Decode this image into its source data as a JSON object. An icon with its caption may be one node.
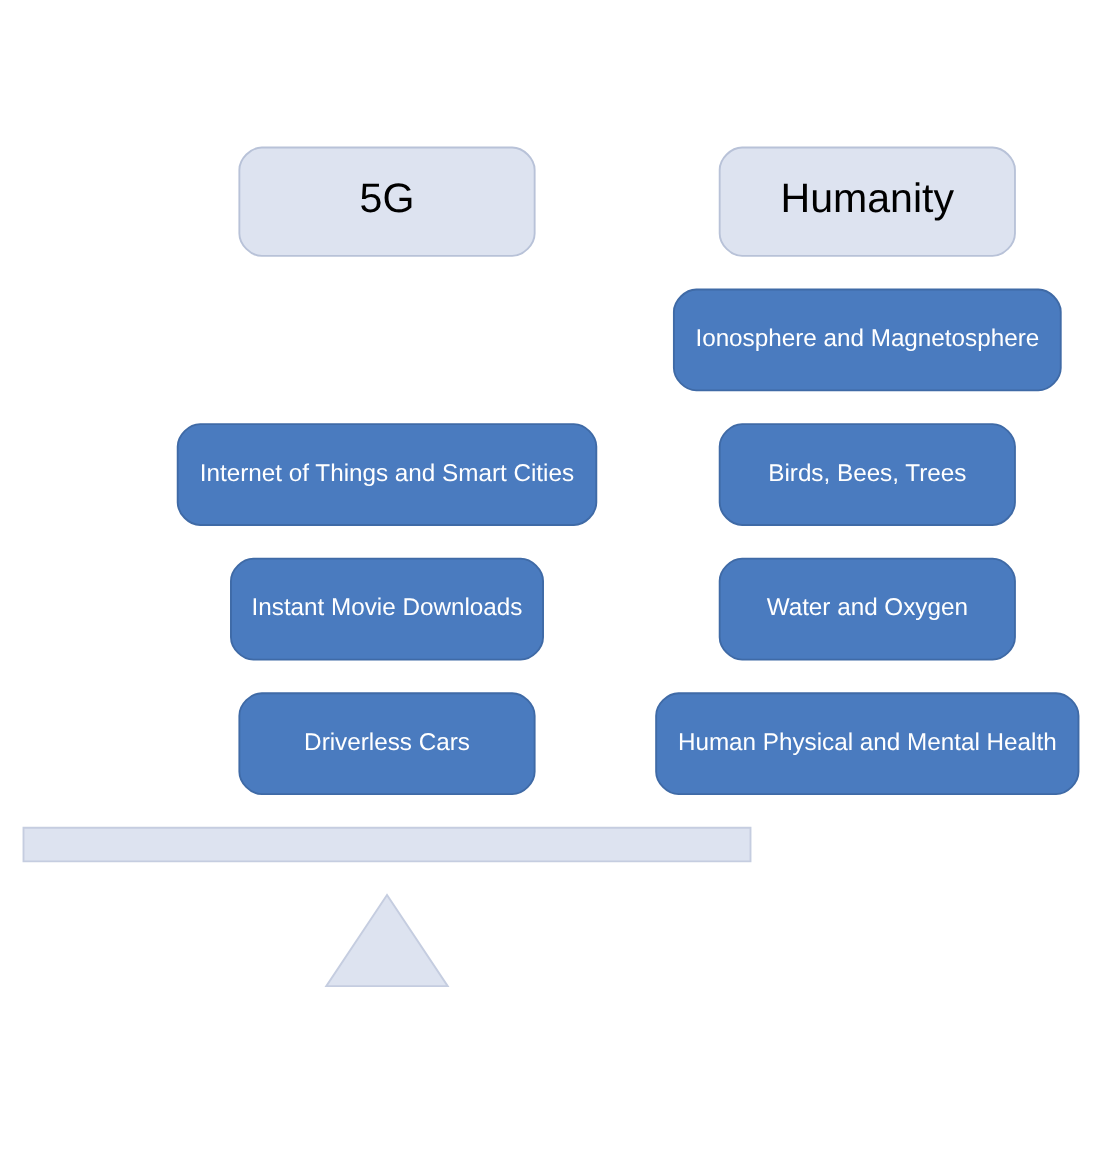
{
  "diagram": {
    "nodes": [
      {
        "text": [
          "5G"
        ]
      },
      {
        "text": [
          "Humanity"
        ]
      },
      {
        "text": [
          "Ionosphere and Magnetosphere"
        ]
      },
      {
        "text": [
          "Internet of Things and Smart Cities"
        ]
      },
      {
        "text": [
          "Birds, Bees, Trees"
        ]
      },
      {
        "text": [
          "Instant Movie Downloads"
        ]
      },
      {
        "text": [
          "Water and Oxygen"
        ]
      },
      {
        "text": [
          "Driverless Cars"
        ]
      },
      {
        "text": [
          "Human Physical and Mental Health"
        ]
      },
      {
        "text": [],
        "shape": "bar"
      },
      {
        "text": [],
        "shape": "triangle"
      }
    ]
  }
}
